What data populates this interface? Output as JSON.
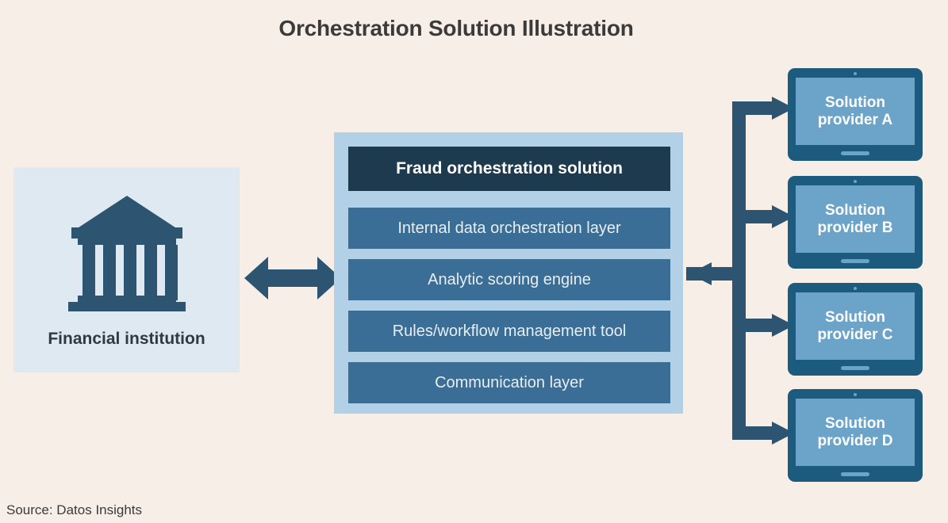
{
  "title": "Orchestration Solution Illustration",
  "source": "Source: Datos Insights",
  "colors": {
    "canvas": "#f7eee8",
    "title_text": "#3b3b3b",
    "fi_box_bg": "#dfe9f1",
    "icon_navy": "#2d5470",
    "panel_bg": "#b3d1e6",
    "header_bg": "#1e3a4f",
    "layer_bg": "#3a6e96",
    "layer_text": "#e8eef2",
    "arrow": "#2d5470",
    "tablet_frame": "#1d5b7e",
    "tablet_screen": "#6ba3c9",
    "tablet_text": "#ffffff"
  },
  "financial_institution": {
    "label": "Financial institution",
    "icon": "bank-icon"
  },
  "left_connector": {
    "icon": "double-headed-arrow-icon",
    "direction": "bidirectional"
  },
  "panel": {
    "header": "Fraud orchestration solution",
    "layers": [
      {
        "label": "Internal data orchestration layer"
      },
      {
        "label": "Analytic scoring engine"
      },
      {
        "label": "Rules/workflow management tool"
      },
      {
        "label": "Communication layer"
      }
    ]
  },
  "right_connector": {
    "icon": "branching-arrow-tree-icon",
    "branch_count": 4,
    "return_arrow_direction": "left"
  },
  "providers": [
    {
      "label": "Solution provider A",
      "icon": "tablet-icon"
    },
    {
      "label": "Solution provider B",
      "icon": "tablet-icon"
    },
    {
      "label": "Solution provider C",
      "icon": "tablet-icon"
    },
    {
      "label": "Solution provider D",
      "icon": "tablet-icon"
    }
  ]
}
